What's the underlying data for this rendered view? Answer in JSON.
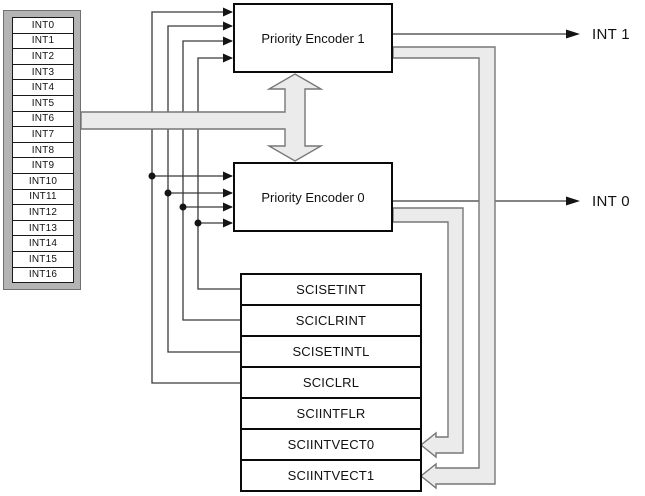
{
  "diagram": {
    "sources": {
      "items": [
        "INT0",
        "INT1",
        "INT2",
        "INT3",
        "INT4",
        "INT5",
        "INT6",
        "INT7",
        "INT8",
        "INT9",
        "INT10",
        "INT11",
        "INT12",
        "INT13",
        "INT14",
        "INT15",
        "INT16"
      ]
    },
    "encoders": {
      "encoder1_label": "Priority Encoder 1",
      "encoder0_label": "Priority Encoder 0"
    },
    "registers": {
      "items": [
        "SCISETINT",
        "SCICLRINT",
        "SCISETINTL",
        "SCICLRL",
        "SCIINTFLR",
        "SCIINTVECT0",
        "SCIINTVECT1"
      ]
    },
    "outputs": {
      "int1_label": "INT 1",
      "int0_label": "INT 0"
    },
    "colors": {
      "bus_fill": "#ebebeb",
      "bus_stroke": "#777777",
      "wire": "#3a3a3a",
      "arrow_fill": "#141414",
      "panel_fill": "#b4b4b4",
      "panel_border": "#707070"
    }
  }
}
